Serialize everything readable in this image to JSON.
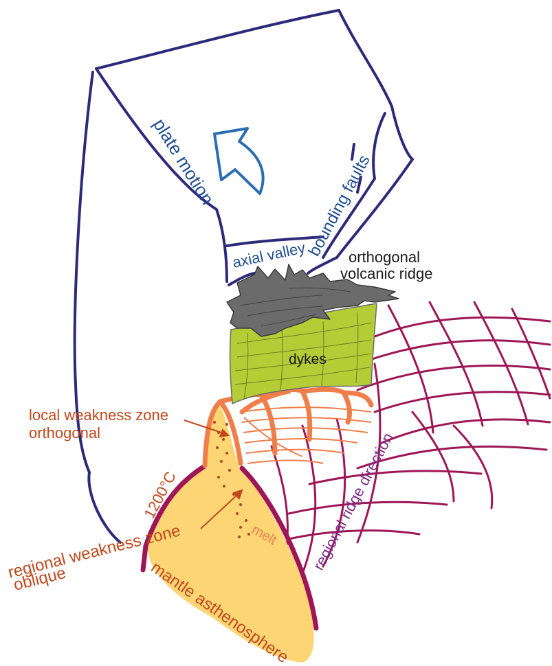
{
  "labels": {
    "plate_motion": "plate motion",
    "bounding_faults": "bounding faults",
    "axial_valley": "axial valley",
    "orthogonal_ridge_line1": "orthogonal",
    "orthogonal_ridge_line2": "volcanic ridge",
    "dykes": "dykes",
    "local_zone_line1": "local weakness zone",
    "local_zone_line2": "orthogonal",
    "temp_1200": "1200°C",
    "regional_zone_line1": "regional weakness zone",
    "regional_zone_line2": "oblique",
    "melt": "melt",
    "regional_ridge_direction": "regional ridge direction",
    "mantle": "mantle asthenosphere"
  },
  "colors": {
    "block_outline": "#2e2a7a",
    "blue_text": "#1f4e94",
    "arrow_blue": "#2a6db0",
    "grey_ridge": "#6b6b6b",
    "dyke_green": "#b4cc36",
    "mantle_yellow": "#fdd575",
    "mantle_outline": "#9e1656",
    "grid_magenta": "#9e1656",
    "orange_lines": "#ef7e4a",
    "brown_text": "#c1481c",
    "purple_text": "#7b2e8a"
  }
}
